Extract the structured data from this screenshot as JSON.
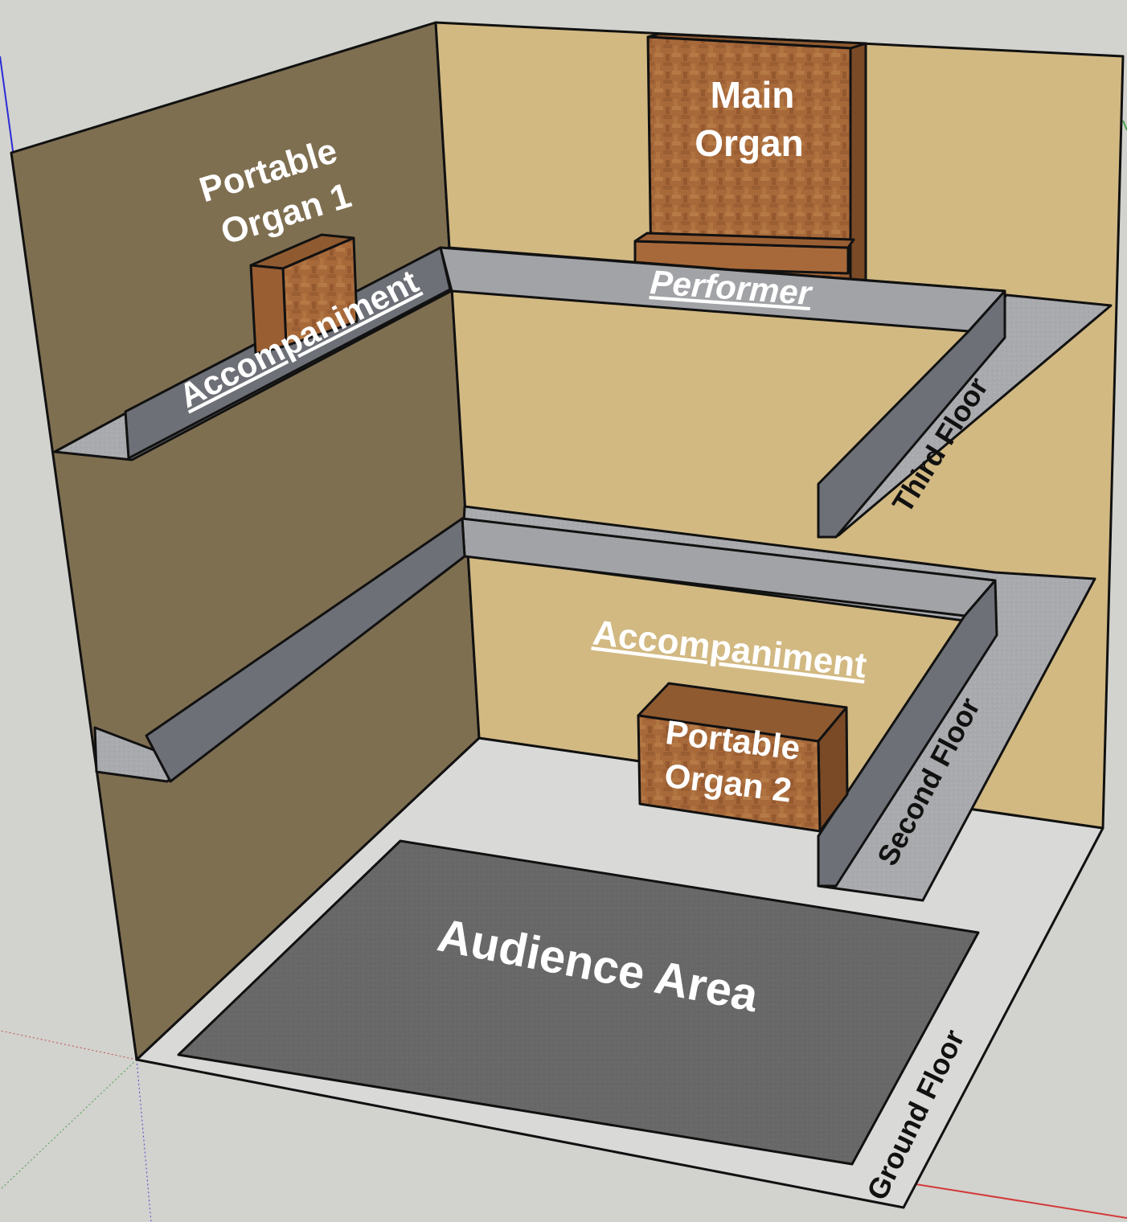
{
  "labels": {
    "main_organ_line1": "Main",
    "main_organ_line2": "Organ",
    "portable_organ_1_line1": "Portable",
    "portable_organ_1_line2": "Organ 1",
    "accompaniment_third": "Accompaniment",
    "performer": "Performer",
    "third_floor": "Third  Floor",
    "accompaniment_second": "Accompaniment",
    "portable_organ_2_line1": "Portable",
    "portable_organ_2_line2": "Organ 2",
    "second_floor": "Second Floor",
    "audience_area": "Audience Area",
    "ground_floor": "Ground Floor"
  },
  "colors": {
    "background": "#d2d2ce",
    "left_wall": "#7f6f51",
    "back_wall": "#d2b982",
    "organ_wood": "#a8693a",
    "ledge_top": "#a9aaad",
    "ledge_face": "#6e7077",
    "floor": "#d9d9d7",
    "audience": "#686868"
  }
}
